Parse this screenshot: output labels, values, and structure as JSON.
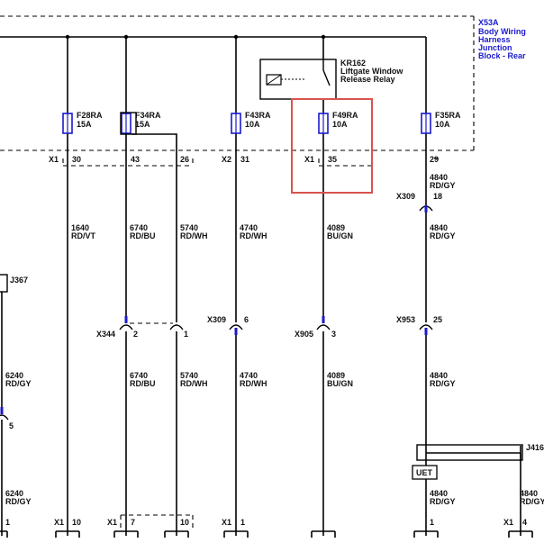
{
  "harness": {
    "name": "X53A",
    "desc": [
      "Body Wiring",
      "Harness",
      "Junction",
      "Block - Rear"
    ]
  },
  "relay": {
    "name": "KR162",
    "desc": [
      "Liftgate Window",
      "Release Relay"
    ]
  },
  "fuses": [
    {
      "name": "F28RA",
      "amp": "15A"
    },
    {
      "name": "F34RA",
      "amp": "15A"
    },
    {
      "name": "F43RA",
      "amp": "10A"
    },
    {
      "name": "F49RA",
      "amp": "10A"
    },
    {
      "name": "F35RA",
      "amp": "10A"
    }
  ],
  "pins_top": {
    "x1a": "X1",
    "p30": "30",
    "p43": "43",
    "p26": "26",
    "x2": "X2",
    "p31": "31",
    "x1b": "X1",
    "p35": "35",
    "p29": "29"
  },
  "wires_upper": [
    {
      "circuit": "1640",
      "color": "RD/VT"
    },
    {
      "circuit": "6740",
      "color": "RD/BU"
    },
    {
      "circuit": "5740",
      "color": "RD/WH"
    },
    {
      "circuit": "4740",
      "color": "RD/WH"
    },
    {
      "circuit": "4089",
      "color": "BU/GN"
    }
  ],
  "w4840_top": {
    "circuit": "4840",
    "color": "RD/GY"
  },
  "x309_18": {
    "name": "X309",
    "pin": "18"
  },
  "w4840_mid": {
    "circuit": "4840",
    "color": "RD/GY"
  },
  "j367": "J367",
  "x344": {
    "name": "X344",
    "pin_a": "2",
    "pin_b": "1"
  },
  "x309_6": {
    "name": "X309",
    "pin": "6"
  },
  "x905": {
    "name": "X905",
    "pin": "3"
  },
  "x953": {
    "name": "X953",
    "pin": "25"
  },
  "wires_lower": [
    {
      "circuit": "6240",
      "color": "RD/GY"
    },
    {
      "circuit": "6740",
      "color": "RD/BU"
    },
    {
      "circuit": "5740",
      "color": "RD/WH"
    },
    {
      "circuit": "4740",
      "color": "RD/WH"
    },
    {
      "circuit": "4089",
      "color": "BU/GN"
    },
    {
      "circuit": "4840",
      "color": "RD/GY"
    }
  ],
  "pin5": "5",
  "j416": "J416",
  "uet": "UET",
  "wires_bottom": [
    {
      "circuit": "6240",
      "color": "RD/GY"
    },
    {
      "circuit": "4840",
      "color": "RD/GY"
    },
    {
      "circuit": "4840",
      "color": "RD/GY"
    }
  ],
  "bottom_pins": {
    "p1a": "1",
    "x1a": "X1",
    "p10a": "10",
    "x1b": "X1",
    "p7": "7",
    "p10b": "10",
    "x1c": "X1",
    "p1b": "1",
    "p1c": "1",
    "x1d": "X1",
    "p4": "4"
  }
}
